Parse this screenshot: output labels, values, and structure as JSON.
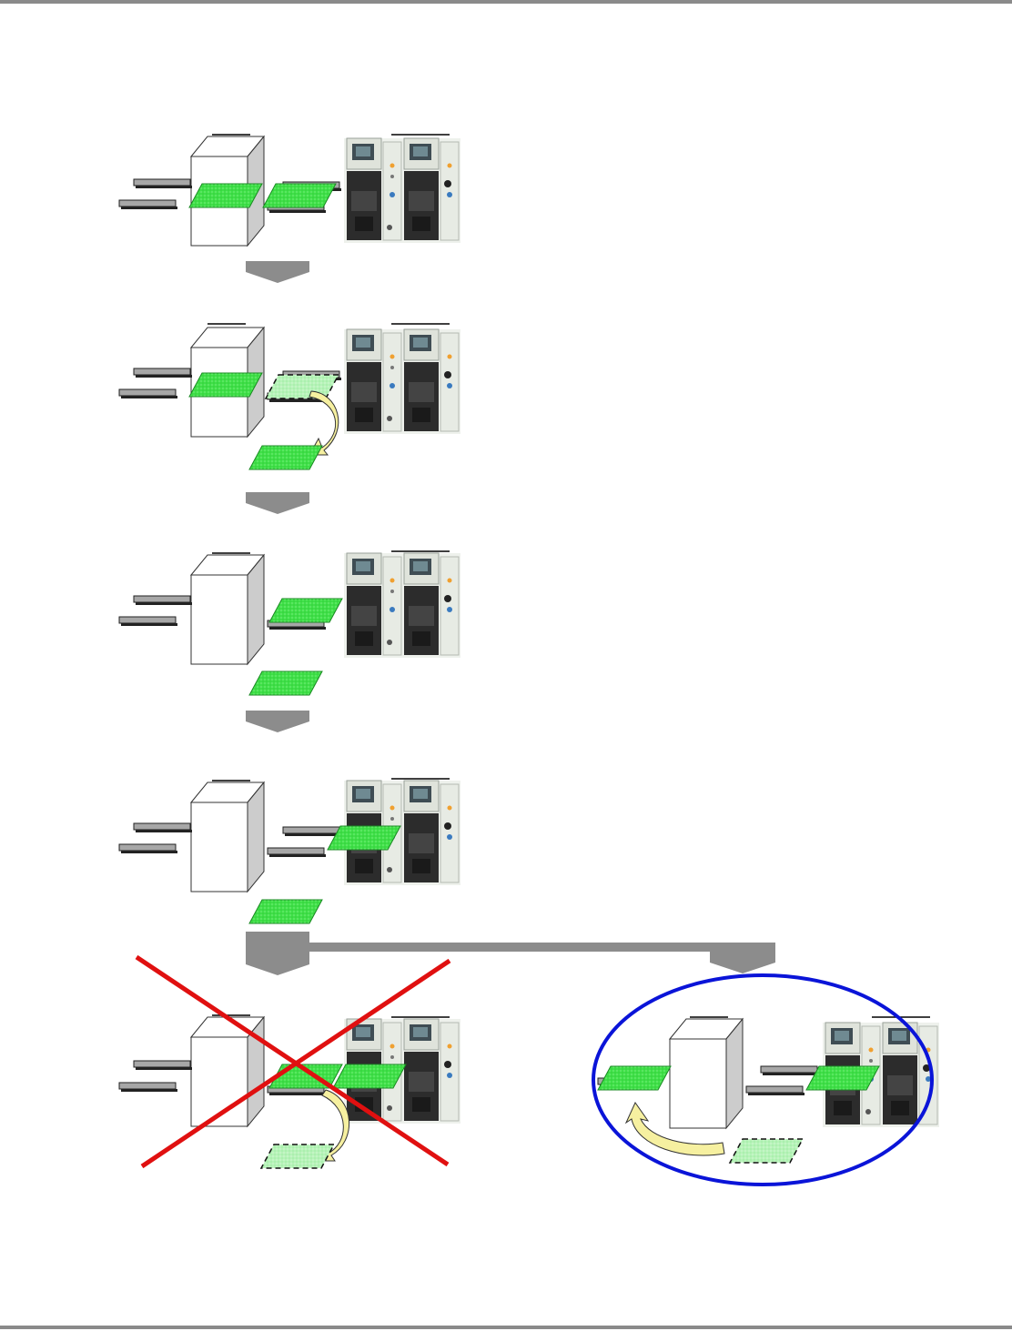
{
  "page": {
    "title": "",
    "description": ""
  },
  "colors": {
    "page_rule": "#8a8a8a",
    "board_fill": "#3fe048",
    "board_stroke": "#1a8a22",
    "conveyor": "#a7a7a7",
    "flow_arrow": "#8c8c8c",
    "reject_mark": "#e01010",
    "accept_mark": "#0a14d8",
    "transfer_arrow": "#f6f0a0"
  },
  "steps": [
    {
      "id": "step-1",
      "board_in_buffer": true,
      "board_on_exit": true,
      "board_removed": false,
      "board_in_machine": false,
      "removal_arrow": false
    },
    {
      "id": "step-2",
      "board_in_buffer": true,
      "board_on_exit": true,
      "board_removed": true,
      "board_in_machine": false,
      "removal_arrow": true
    },
    {
      "id": "step-3",
      "board_in_buffer": false,
      "board_on_exit": true,
      "board_removed": true,
      "board_in_machine": false,
      "removal_arrow": false
    },
    {
      "id": "step-4",
      "board_in_buffer": false,
      "board_on_exit": false,
      "board_removed": true,
      "board_in_machine": true,
      "removal_arrow": false
    }
  ],
  "outcomes": [
    {
      "id": "outcome-reject",
      "mark": "red-x",
      "description": ""
    },
    {
      "id": "outcome-accept",
      "mark": "blue-ellipse",
      "description": ""
    }
  ],
  "icons": [
    "buffer-unit-icon",
    "placement-machine-icon",
    "pcb-board-icon",
    "conveyor-rail-icon",
    "flow-arrow-icon",
    "curved-transfer-arrow-icon"
  ]
}
